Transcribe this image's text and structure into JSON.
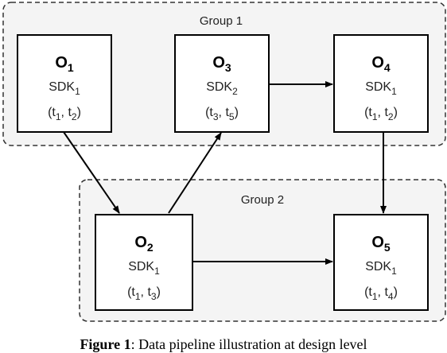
{
  "groups": [
    {
      "id": "g1",
      "label": "Group 1"
    },
    {
      "id": "g2",
      "label": "Group 2"
    }
  ],
  "operators": [
    {
      "id": "o1",
      "name": "O",
      "sub": "1",
      "sdk": "SDK",
      "sdk_sub": "1",
      "time": {
        "a": "t",
        "a_sub": "1",
        "b": "t",
        "b_sub": "2"
      }
    },
    {
      "id": "o3",
      "name": "O",
      "sub": "3",
      "sdk": "SDK",
      "sdk_sub": "2",
      "time": {
        "a": "t",
        "a_sub": "3",
        "b": "t",
        "b_sub": "5"
      }
    },
    {
      "id": "o4",
      "name": "O",
      "sub": "4",
      "sdk": "SDK",
      "sdk_sub": "1",
      "time": {
        "a": "t",
        "a_sub": "1",
        "b": "t",
        "b_sub": "2"
      }
    },
    {
      "id": "o2",
      "name": "O",
      "sub": "2",
      "sdk": "SDK",
      "sdk_sub": "1",
      "time": {
        "a": "t",
        "a_sub": "1",
        "b": "t",
        "b_sub": "3"
      }
    },
    {
      "id": "o5",
      "name": "O",
      "sub": "5",
      "sdk": "SDK",
      "sdk_sub": "1",
      "time": {
        "a": "t",
        "a_sub": "1",
        "b": "t",
        "b_sub": "4"
      }
    }
  ],
  "edges": [
    {
      "from": "o1",
      "to": "o2"
    },
    {
      "from": "o2",
      "to": "o3"
    },
    {
      "from": "o3",
      "to": "o4"
    },
    {
      "from": "o4",
      "to": "o5"
    },
    {
      "from": "o2",
      "to": "o5"
    }
  ],
  "caption": {
    "figure_label": "Figure 1",
    "separator": ":",
    "text": "Data pipeline illustration at design level"
  }
}
